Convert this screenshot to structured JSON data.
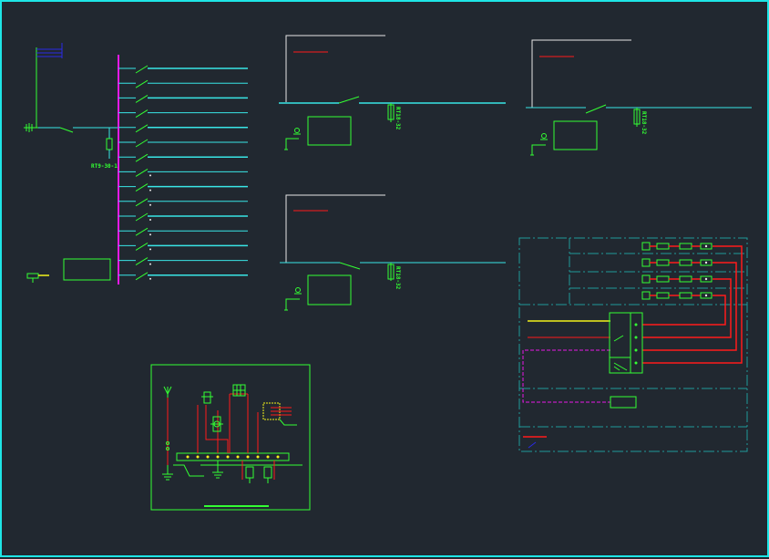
{
  "colors": {
    "background": "#212830",
    "frame": "#1ee6e6",
    "bus": "#e619e6",
    "feeder": "#39e6e6",
    "device": "#33ff33",
    "accent_red": "#ff1a1a",
    "accent_white": "#e6e6e6",
    "accent_yellow": "#f2f21a",
    "accent_blue": "#2a2ae6",
    "panel_dash": "#1f9a9a"
  },
  "main_panel": {
    "breaker_label": "RT9-30-1",
    "feeder_count": 15
  },
  "sub_panels": {
    "panel_a": {
      "device_label": "RT18-32"
    },
    "panel_b": {
      "device_label": "RT18-32"
    },
    "panel_c": {
      "device_label": "RT18-32"
    }
  },
  "control_schematic": {
    "row_count": 4
  }
}
